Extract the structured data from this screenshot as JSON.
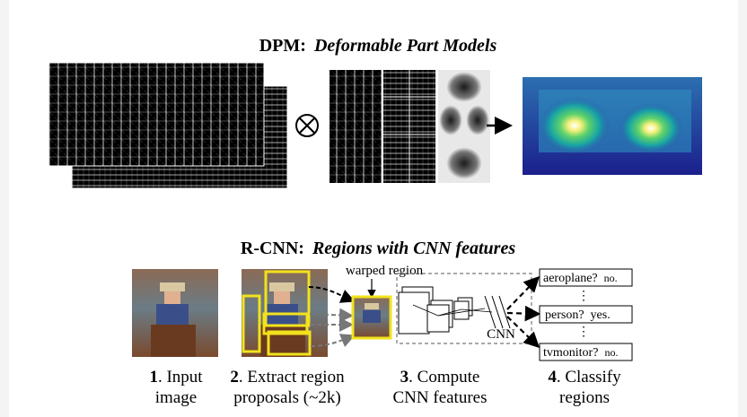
{
  "dpm": {
    "title_bold": "DPM:",
    "title_italic": "Deformable Part Models"
  },
  "rcnn": {
    "title_bold": "R-CNN:",
    "title_italic": "Regions with CNN features",
    "warped_label": "warped region",
    "cnn_label": "CNN",
    "outputs": [
      {
        "main": "aeroplane?",
        "answer": "no."
      },
      {
        "main": "person?",
        "answer": "yes."
      },
      {
        "main": "tvmonitor?",
        "answer": "no."
      }
    ],
    "ellipsis": "⋮",
    "steps": [
      {
        "num": "1",
        "line1": ". Input",
        "line2": "image"
      },
      {
        "num": "2",
        "line1": ". Extract region",
        "line2": "proposals (~2k)"
      },
      {
        "num": "3",
        "line1": ". Compute",
        "line2": "CNN features"
      },
      {
        "num": "4",
        "line1": ". Classify",
        "line2": "regions"
      }
    ]
  },
  "colors": {
    "proposal_box": "#f2e21c",
    "heatmap_low": "#1b1f8c",
    "heatmap_high": "#ffffff"
  },
  "icons": {
    "convolution": "circled-times-icon",
    "arrow": "right-arrow-icon"
  }
}
